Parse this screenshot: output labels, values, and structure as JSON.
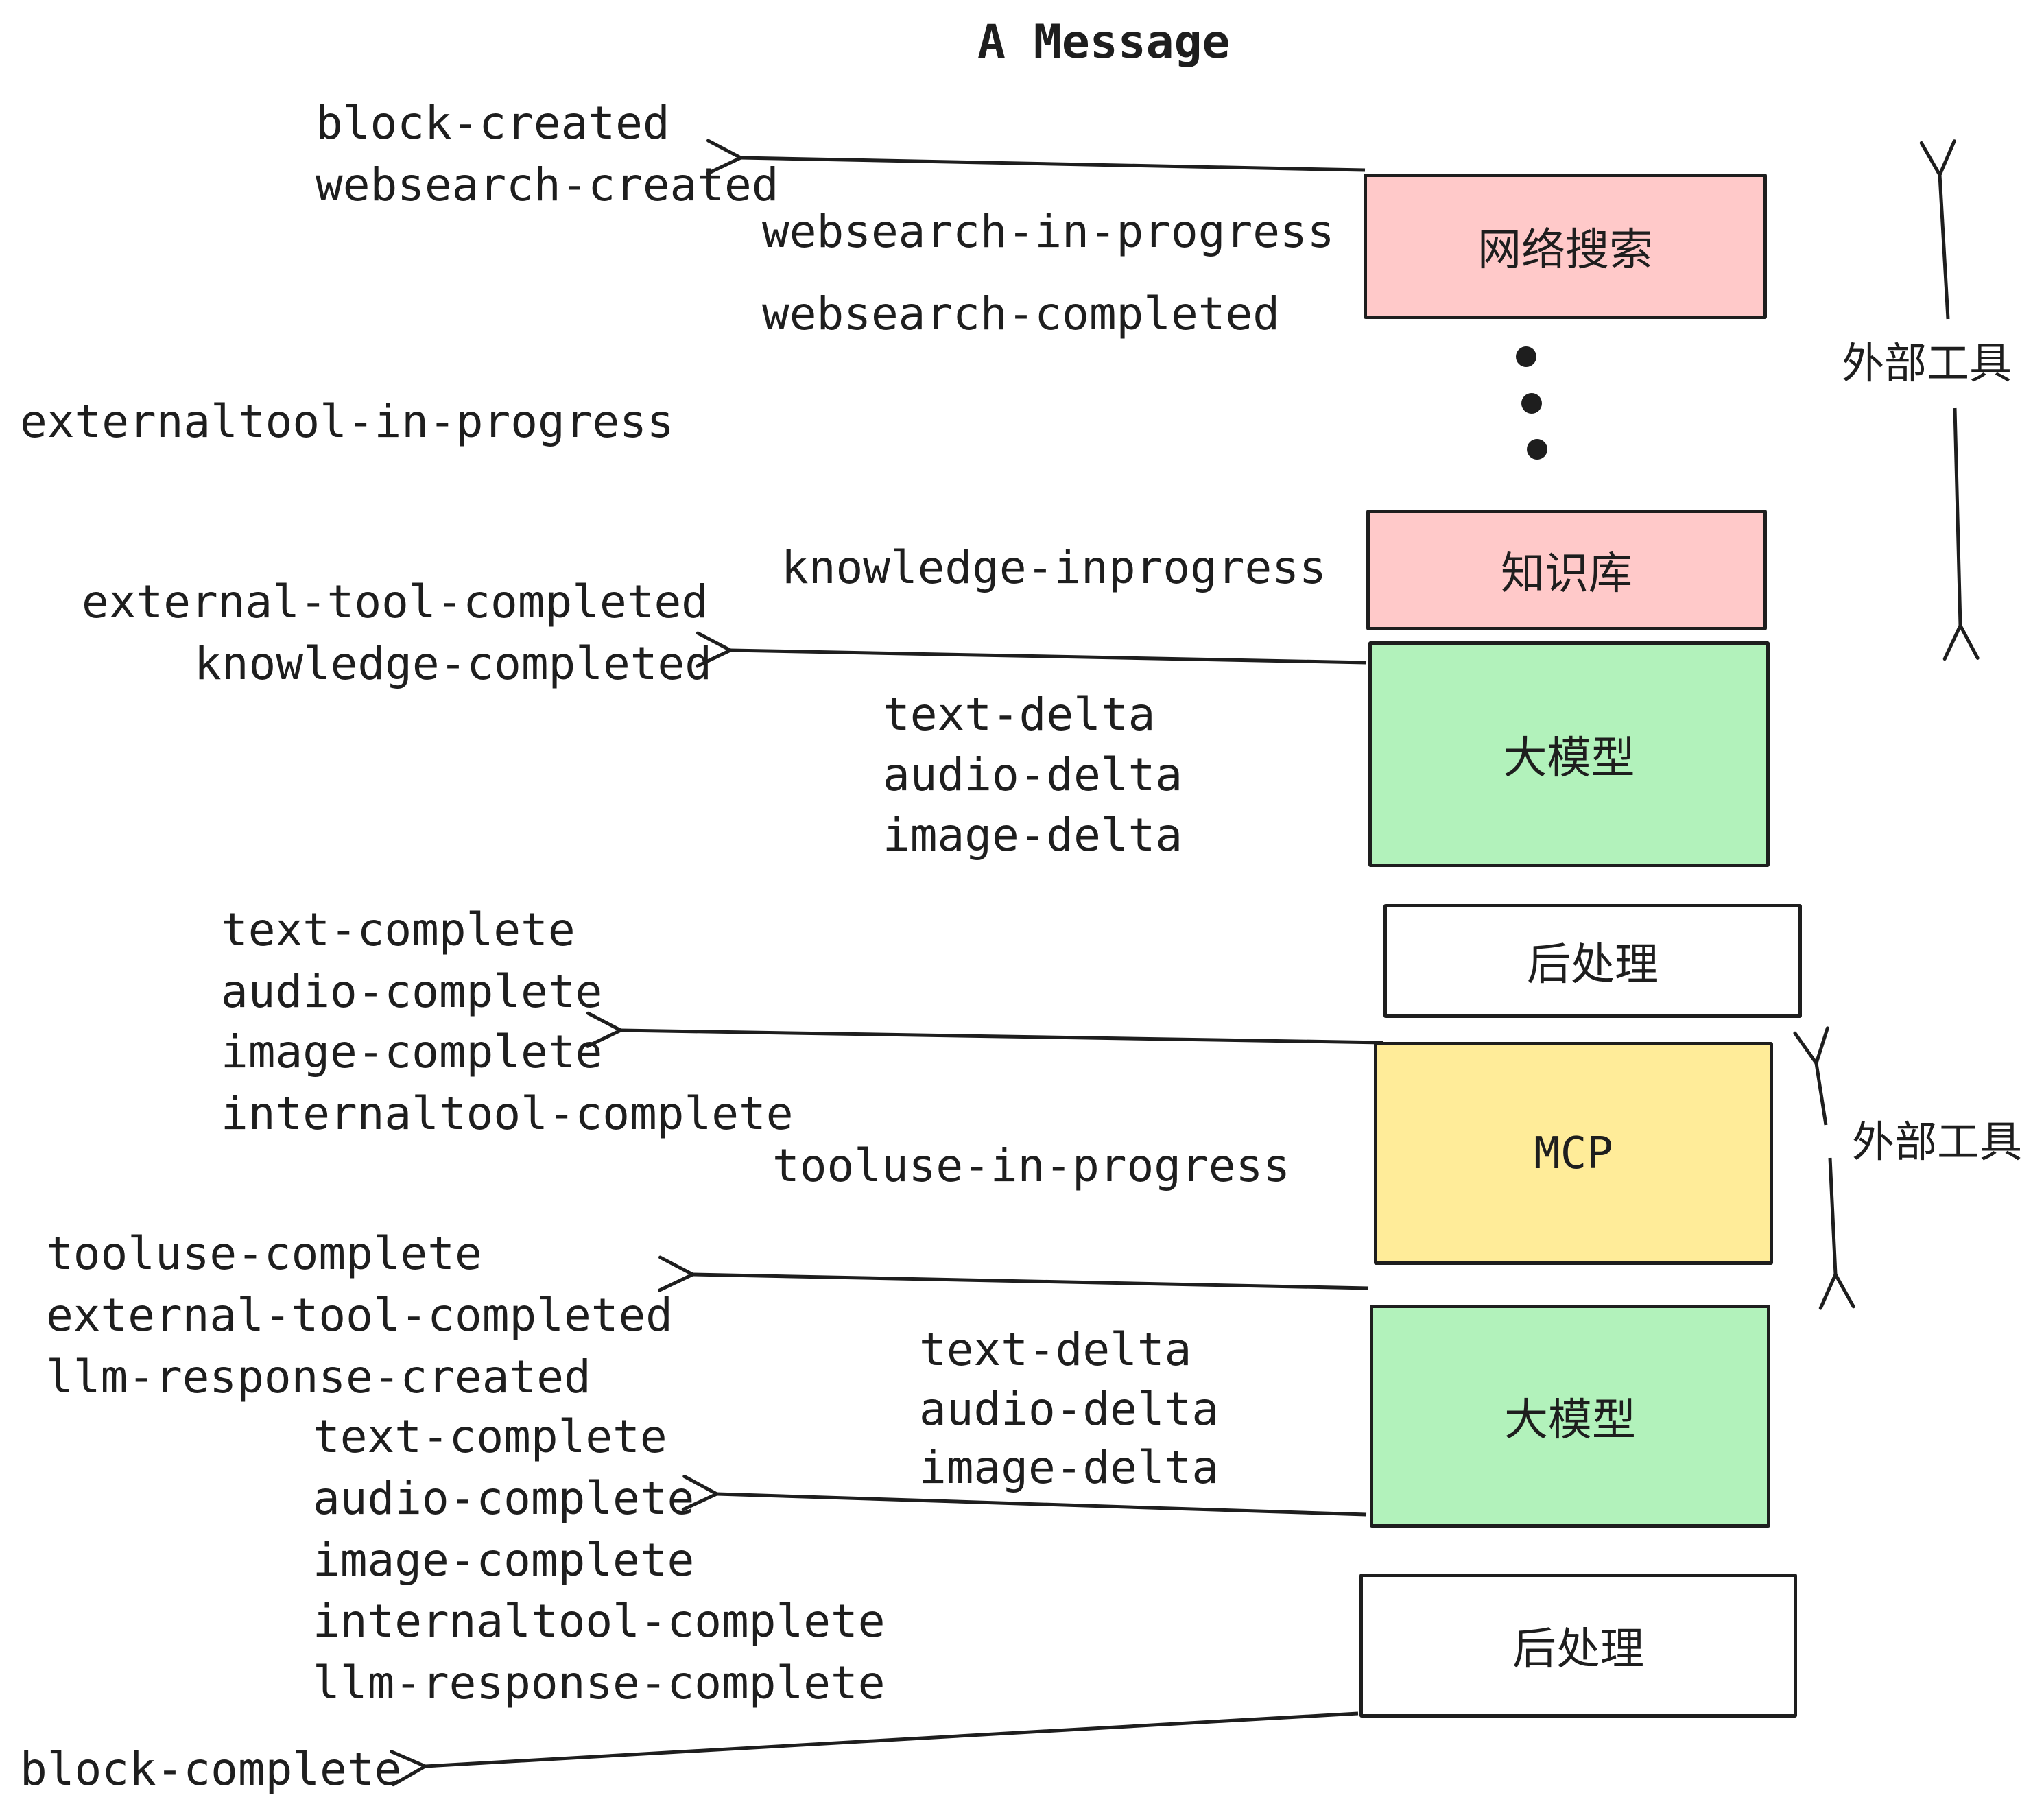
{
  "title": "A Message",
  "colors": {
    "ink": "#1e1e1e",
    "pink": "#ffc9c9",
    "green": "#b2f2bb",
    "yellow": "#ffec99",
    "white": "#ffffff"
  },
  "boxes": [
    {
      "id": "websearch",
      "label": "网络搜索",
      "color": "pink"
    },
    {
      "id": "knowledge",
      "label": "知识库",
      "color": "pink"
    },
    {
      "id": "llm-1",
      "label": "大模型",
      "color": "green"
    },
    {
      "id": "post-1",
      "label": "后处理",
      "color": "white"
    },
    {
      "id": "mcp",
      "label": "MCP",
      "color": "yellow"
    },
    {
      "id": "llm-2",
      "label": "大模型",
      "color": "green"
    },
    {
      "id": "post-2",
      "label": "后处理",
      "color": "white"
    }
  ],
  "events": [
    "block-created",
    "websearch-created",
    "websearch-in-progress",
    "websearch-completed",
    "externaltool-in-progress",
    "knowledge-inprogress",
    "external-tool-completed",
    "knowledge-completed",
    "text-delta",
    "audio-delta",
    "image-delta",
    "text-complete",
    "audio-complete",
    "image-complete",
    "internaltool-complete",
    "tooluse-in-progress",
    "tooluse-complete",
    "external-tool-completed",
    "llm-response-created",
    "text-delta",
    "audio-delta",
    "image-delta",
    "text-complete",
    "audio-complete",
    "image-complete",
    "internaltool-complete",
    "llm-response-complete",
    "block-complete"
  ],
  "side_labels": {
    "top": "外部工具",
    "middle": "外部工具"
  }
}
